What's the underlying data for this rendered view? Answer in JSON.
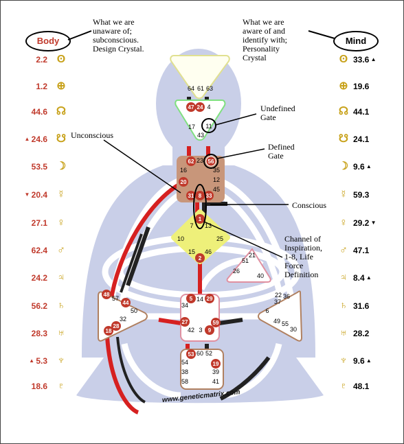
{
  "header": {
    "body_label": "Body",
    "mind_label": "Mind"
  },
  "annotations": {
    "unaware": "What we are\nunaware of;\nsubconscious.\nDesign Crystal.",
    "aware": "What we are\naware of and\nidentify with;\nPersonality\nCrystal",
    "undefined_gate": "Undefined\nGate",
    "defined_gate": "Defined\nGate",
    "unconscious": "Unconscious",
    "conscious": "Conscious",
    "channel": "Channel of\nInspiration,\n1-8, Life\nForce\nDefinition"
  },
  "design_column": [
    {
      "value": "2.2",
      "glyph": "ʘ",
      "glyph_name": "sun-icon",
      "marker": ""
    },
    {
      "value": "1.2",
      "glyph": "⊕",
      "glyph_name": "earth-icon",
      "marker": ""
    },
    {
      "value": "44.6",
      "glyph": "☊",
      "glyph_name": "north-node-icon",
      "marker": ""
    },
    {
      "value": "24.6",
      "glyph": "☋",
      "glyph_name": "south-node-icon",
      "marker": "▲"
    },
    {
      "value": "53.5",
      "glyph": "☽",
      "glyph_name": "moon-icon",
      "marker": ""
    },
    {
      "value": "20.4",
      "glyph": "☿",
      "glyph_name": "mercury-icon",
      "marker": "▼"
    },
    {
      "value": "27.1",
      "glyph": "♀",
      "glyph_name": "venus-icon",
      "marker": ""
    },
    {
      "value": "62.4",
      "glyph": "♂",
      "glyph_name": "mars-icon",
      "marker": ""
    },
    {
      "value": "24.2",
      "glyph": "♃",
      "glyph_name": "jupiter-icon",
      "marker": ""
    },
    {
      "value": "56.2",
      "glyph": "♄",
      "glyph_name": "saturn-icon",
      "marker": ""
    },
    {
      "value": "28.3",
      "glyph": "♅",
      "glyph_name": "uranus-icon",
      "marker": ""
    },
    {
      "value": "5.3",
      "glyph": "♆",
      "glyph_name": "neptune-icon",
      "marker": "▲"
    },
    {
      "value": "18.6",
      "glyph": "♇",
      "glyph_name": "pluto-icon",
      "marker": ""
    }
  ],
  "personality_column": [
    {
      "value": "33.6",
      "marker": "▲"
    },
    {
      "value": "19.6",
      "marker": ""
    },
    {
      "value": "44.1",
      "marker": ""
    },
    {
      "value": "24.1",
      "marker": ""
    },
    {
      "value": "9.6",
      "marker": "▲"
    },
    {
      "value": "59.3",
      "marker": ""
    },
    {
      "value": "29.2",
      "marker": "▼"
    },
    {
      "value": "47.1",
      "marker": ""
    },
    {
      "value": "8.4",
      "marker": "▲"
    },
    {
      "value": "31.6",
      "marker": ""
    },
    {
      "value": "28.2",
      "marker": ""
    },
    {
      "value": "9.6",
      "marker": "▲"
    },
    {
      "value": "48.1",
      "marker": ""
    }
  ],
  "watermark": "www.geneticmatrix.com",
  "centers": {
    "head_gates": [
      "64",
      "61",
      "63"
    ],
    "ajna_gates": [
      "47",
      "24",
      "4",
      "17",
      "11",
      "43"
    ],
    "throat_gates": [
      "62",
      "23",
      "56",
      "16",
      "35",
      "20",
      "12",
      "45",
      "31",
      "8",
      "33"
    ],
    "g_gates": [
      "1",
      "7",
      "13",
      "10",
      "25",
      "15",
      "46",
      "2"
    ],
    "heart_gates": [
      "21",
      "51",
      "26",
      "40"
    ],
    "spleen_gates": [
      "48",
      "57",
      "44",
      "50",
      "32",
      "28",
      "18"
    ],
    "sacral_gates": [
      "5",
      "14",
      "29",
      "34",
      "27",
      "59",
      "42",
      "3",
      "9"
    ],
    "solar_plexus_gates": [
      "36",
      "22",
      "37",
      "6",
      "49",
      "55",
      "30"
    ],
    "root_gates": [
      "53",
      "60",
      "52",
      "54",
      "19",
      "38",
      "39",
      "58",
      "41"
    ]
  },
  "colors": {
    "body_silhouette": "#c9cfe8",
    "defined_center": "#c8967a",
    "g_center": "#eef07a",
    "design_red": "#d62020",
    "personality_black": "#222222",
    "gate_circle": "#c0392b",
    "glyph_gold": "#c8a21b"
  }
}
